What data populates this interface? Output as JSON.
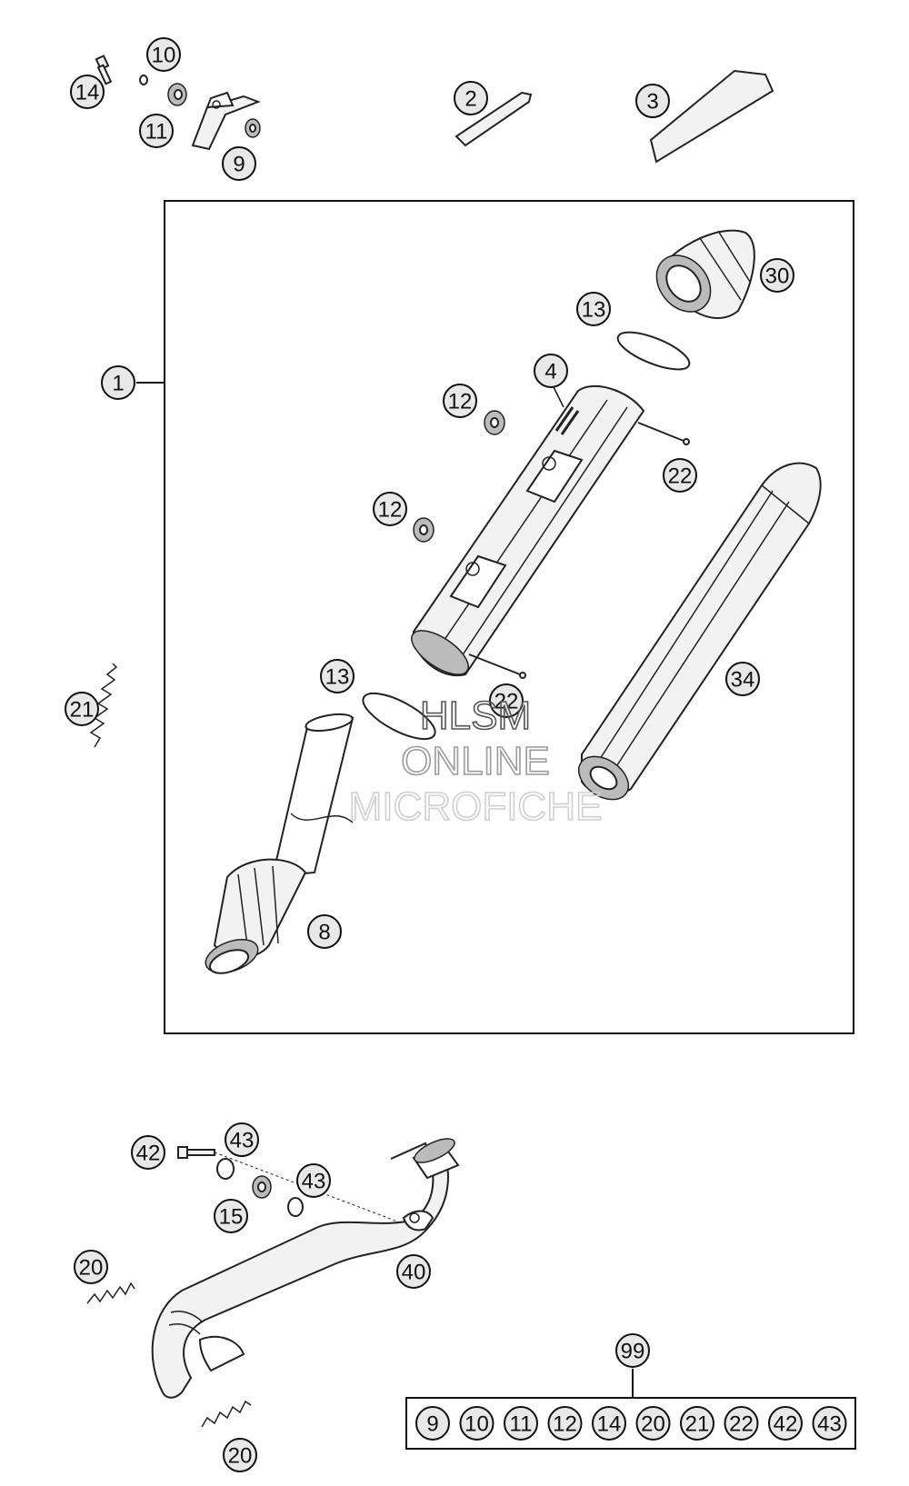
{
  "watermark": {
    "line1": "HLSM",
    "line2": "ONLINE",
    "line3": "MICROFICHE"
  },
  "callouts": [
    {
      "id": "c1",
      "label": "1"
    },
    {
      "id": "c2",
      "label": "2"
    },
    {
      "id": "c3",
      "label": "3"
    },
    {
      "id": "c4",
      "label": "4"
    },
    {
      "id": "c8",
      "label": "8"
    },
    {
      "id": "c9",
      "label": "9"
    },
    {
      "id": "c10",
      "label": "10"
    },
    {
      "id": "c11",
      "label": "11"
    },
    {
      "id": "c12a",
      "label": "12"
    },
    {
      "id": "c12b",
      "label": "12"
    },
    {
      "id": "c13a",
      "label": "13"
    },
    {
      "id": "c13b",
      "label": "13"
    },
    {
      "id": "c14",
      "label": "14"
    },
    {
      "id": "c15",
      "label": "15"
    },
    {
      "id": "c20a",
      "label": "20"
    },
    {
      "id": "c20b",
      "label": "20"
    },
    {
      "id": "c21",
      "label": "21"
    },
    {
      "id": "c22a",
      "label": "22"
    },
    {
      "id": "c22b",
      "label": "22"
    },
    {
      "id": "c30",
      "label": "30"
    },
    {
      "id": "c34",
      "label": "34"
    },
    {
      "id": "c40",
      "label": "40"
    },
    {
      "id": "c42",
      "label": "42"
    },
    {
      "id": "c43a",
      "label": "43"
    },
    {
      "id": "c43b",
      "label": "43"
    },
    {
      "id": "c99",
      "label": "99"
    }
  ],
  "kit_99_items": [
    "9",
    "10",
    "11",
    "12",
    "14",
    "20",
    "21",
    "22",
    "42",
    "43"
  ]
}
